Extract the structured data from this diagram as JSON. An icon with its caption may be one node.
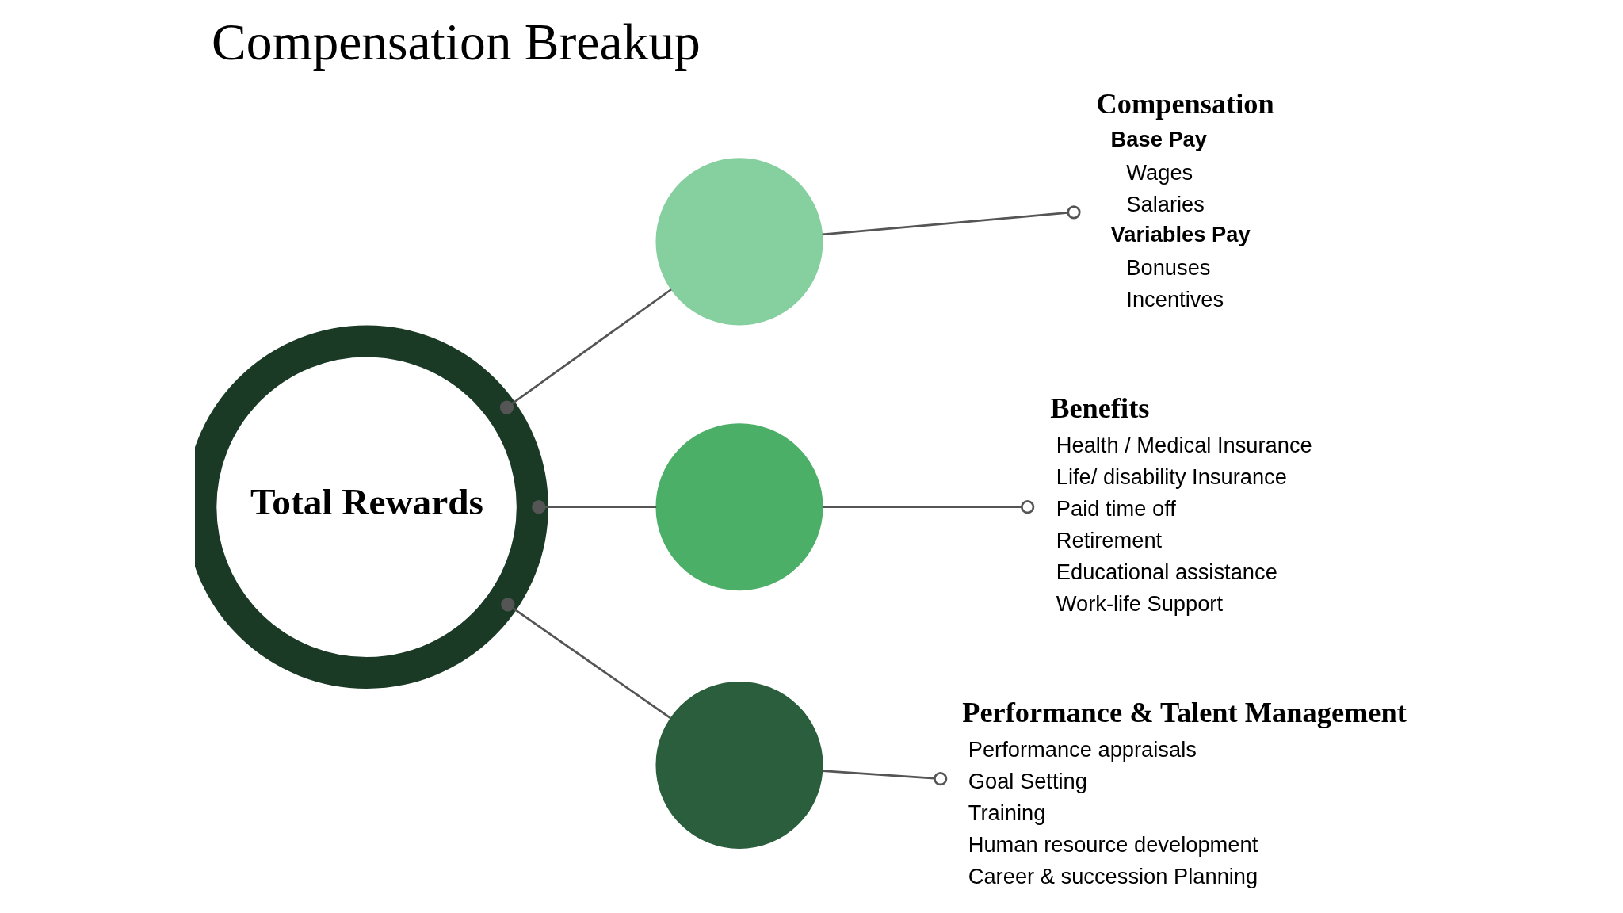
{
  "diagram": {
    "title": "Compensation Breakup",
    "nodes": [
      {
        "text": [
          "Total Rewards"
        ]
      },
      {
        "text": [],
        "shape": "circle"
      },
      {
        "text": [
          "Compensation",
          "Base Pay",
          "Wages",
          "Salaries",
          "Variables Pay",
          "Bonuses",
          "Incentives"
        ]
      },
      {
        "text": [],
        "shape": "circle"
      },
      {
        "text": [
          "Benefits",
          "Health / Medical Insurance",
          "Life/ disability Insurance",
          "Paid time off",
          "Retirement",
          "Educational assistance",
          "Work-life Support"
        ]
      },
      {
        "text": [],
        "shape": "circle"
      },
      {
        "text": [
          "Performance & Talent Management",
          "Performance appraisals",
          "Goal Setting",
          "Training",
          "Human resource development",
          "Career & succession Planning"
        ]
      }
    ],
    "edges": [
      {
        "from": 0,
        "to": 1,
        "arrow": "other"
      },
      {
        "from": 0,
        "to": 3,
        "arrow": "other"
      },
      {
        "from": 0,
        "to": 5,
        "arrow": "other"
      },
      {
        "from": 1,
        "to": 2,
        "arrow": "other"
      },
      {
        "from": 3,
        "to": 4,
        "arrow": "other"
      },
      {
        "from": 5,
        "to": 6,
        "arrow": "other"
      }
    ]
  }
}
